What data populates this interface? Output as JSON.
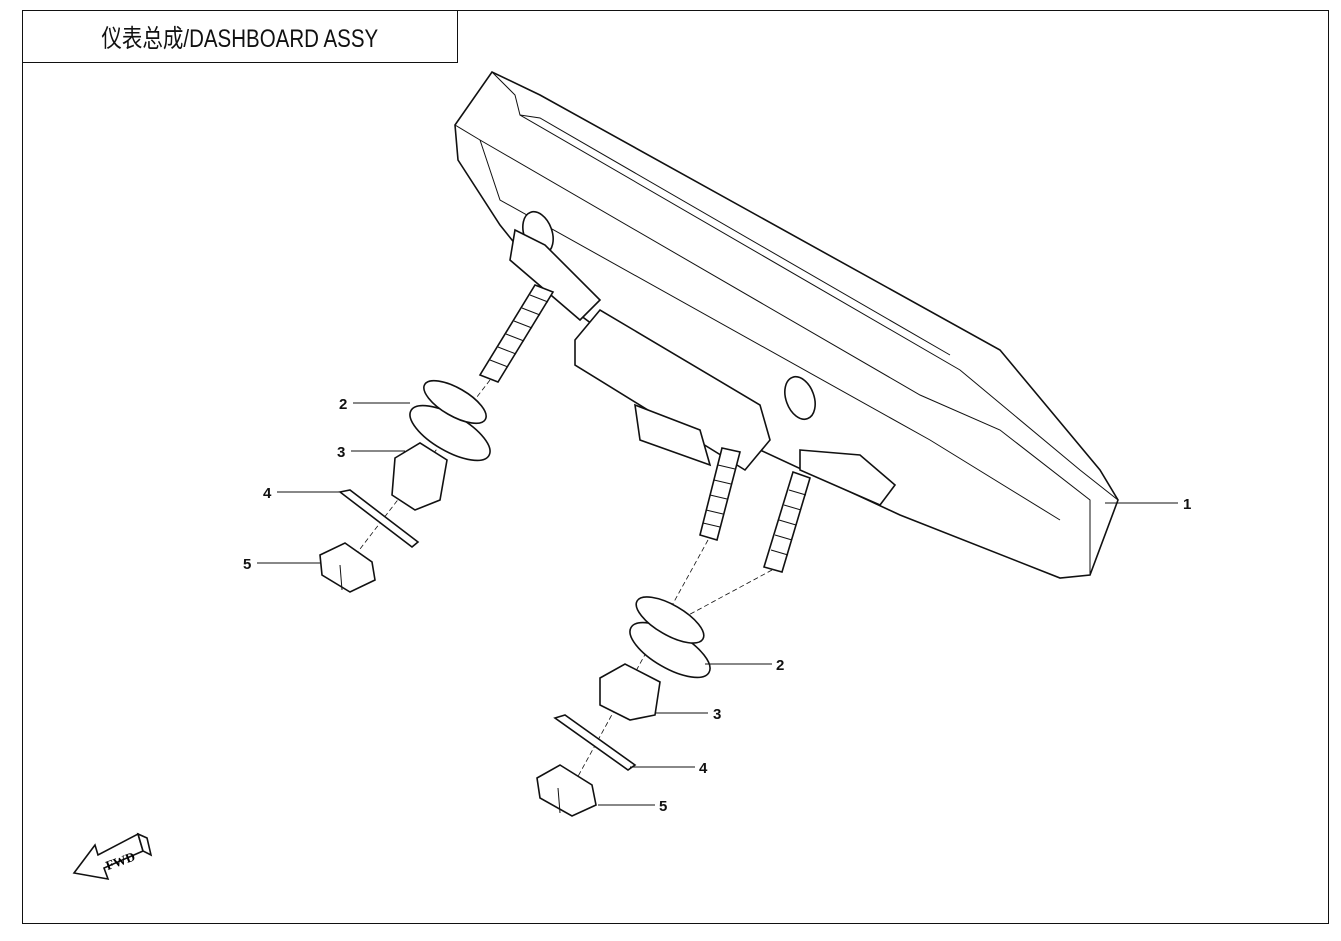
{
  "title": "仪表总成/DASHBOARD ASSY",
  "fwd_label": "FWD",
  "callouts": {
    "dashboard": "1",
    "left_grommet": "2",
    "left_spacer": "3",
    "left_washer": "4",
    "left_nut": "5",
    "right_grommet": "2",
    "right_spacer": "3",
    "right_washer": "4",
    "right_nut": "5"
  }
}
